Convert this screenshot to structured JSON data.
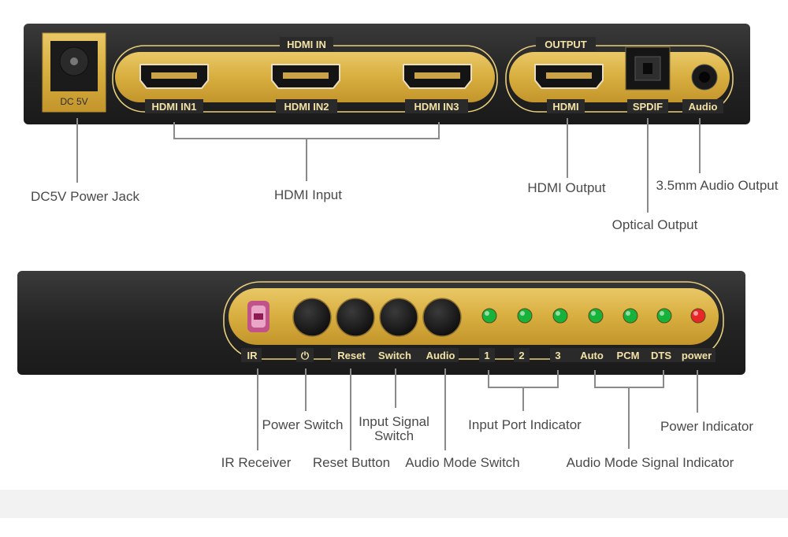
{
  "rear_panel": {
    "dc_label": "DC 5V",
    "group_in_title": "HDMI IN",
    "group_out_title": "OUTPUT",
    "inputs": [
      "HDMI IN1",
      "HDMI IN2",
      "HDMI IN3"
    ],
    "output_labels": [
      "HDMI",
      "SPDIF",
      "Audio"
    ]
  },
  "front_panel": {
    "labels": [
      "IR",
      "Reset",
      "Switch",
      "Audio",
      "1",
      "2",
      "3",
      "Auto",
      "PCM",
      "DTS",
      "power"
    ],
    "power_symbol": "⏻",
    "led_colors": [
      "#16b23a",
      "#16b23a",
      "#16b23a",
      "#16b23a",
      "#16b23a",
      "#16b23a",
      "#e8262a"
    ]
  },
  "callouts": {
    "dc_jack": "DC5V Power Jack",
    "hdmi_input": "HDMI Input",
    "hdmi_output": "HDMI Output",
    "audio_35": "3.5mm Audio Output",
    "optical": "Optical Output",
    "power_switch": "Power Switch",
    "input_signal_switch_1": "Input Signal",
    "input_signal_switch_2": "Switch",
    "input_port_indicator": "Input Port Indicator",
    "power_indicator": "Power Indicator",
    "ir_receiver": "IR Receiver",
    "reset_button": "Reset Button",
    "audio_mode_switch": "Audio Mode Switch",
    "audio_mode_signal": "Audio Mode Signal Indicator"
  },
  "colors": {
    "case": "#2a2a2a",
    "gold": "#d4aa3c",
    "trim": "#e8cf7c",
    "callout_line": "#8a8a8a"
  }
}
